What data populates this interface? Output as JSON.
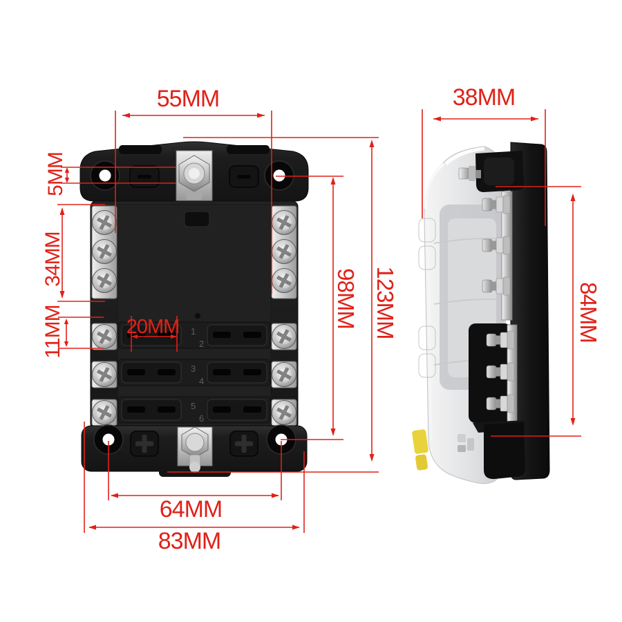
{
  "page": {
    "description": "Fuse block product dimension diagram, front view and side view on white background"
  },
  "colors": {
    "dimension_red": "#e02118",
    "product_black": "#161616",
    "metal_silver": "#c9c9c9",
    "cover_frost": "#e4e5e7",
    "sticker_yellow": "#e9d23c"
  },
  "front_view": {
    "fuse_numbers": [
      "1",
      "2",
      "3",
      "4",
      "5",
      "6"
    ]
  },
  "dimensions": {
    "d55": {
      "label": "55MM"
    },
    "d38": {
      "label": "38MM"
    },
    "d5": {
      "label": "5MM"
    },
    "d34": {
      "label": "34MM"
    },
    "d11": {
      "label": "11MM"
    },
    "d20": {
      "label": "20MM"
    },
    "d98": {
      "label": "98MM"
    },
    "d123": {
      "label": "123MM"
    },
    "d84": {
      "label": "84MM"
    },
    "d64": {
      "label": "64MM"
    },
    "d83": {
      "label": "83MM"
    }
  }
}
